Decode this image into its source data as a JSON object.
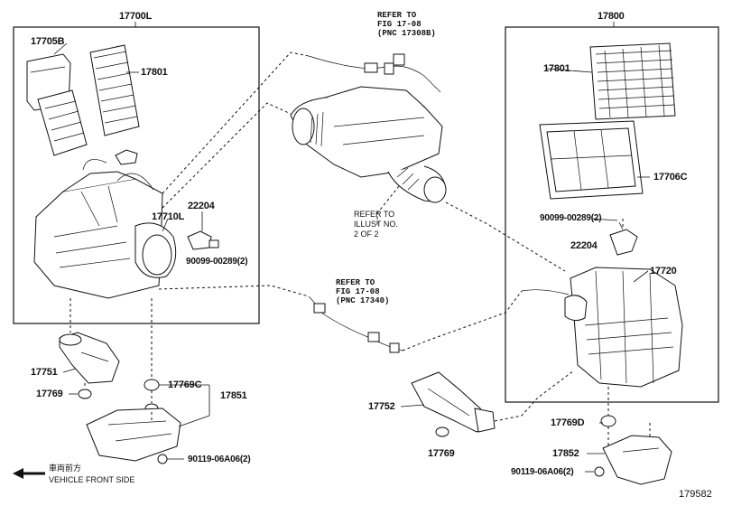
{
  "labels": {
    "p17700L": "17700L",
    "p17705B": "17705B",
    "p17801_left": "17801",
    "p17710L": "17710L",
    "p22204_left": "22204",
    "p90099_left": "90099-00289(2)",
    "p17800": "17800",
    "p17801_right": "17801",
    "p17706C": "17706C",
    "p90099_right": "90099-00289(2)",
    "p22204_right": "22204",
    "p17720": "17720",
    "p17751": "17751",
    "p17769_left": "17769",
    "p17769C": "17769C",
    "p17851": "17851",
    "p90119_left": "90119-06A06(2)",
    "p17752": "17752",
    "p17769_mid": "17769",
    "p17769D": "17769D",
    "p17852": "17852",
    "p90119_right": "90119-06A06(2)"
  },
  "refs": {
    "ref_top": [
      "REFER TO",
      "FIG 17-08",
      "(PNC 17308B)"
    ],
    "ref_mid": [
      "REFER TO",
      "FIG 17-08",
      "(PNC 17340)"
    ],
    "ref_illust": [
      "REFER TO",
      "ILLUST NO.",
      "2 OF 2"
    ]
  },
  "footer": {
    "direction_jp": "車両前方",
    "direction_en": "VEHICLE FRONT SIDE",
    "figure_number": "179582"
  }
}
